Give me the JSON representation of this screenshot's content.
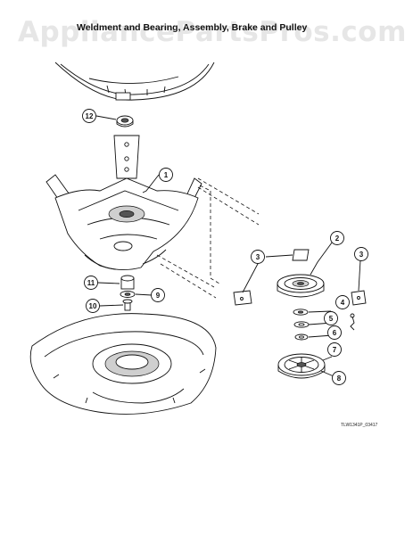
{
  "watermark": "AppliancePartsPros.com",
  "title": "Weldment and Bearing, Assembly, Brake and Pulley",
  "drawing_code": "TLW1341P_03417",
  "callouts": {
    "c1": "1",
    "c2": "2",
    "c3a": "3",
    "c3b": "3",
    "c4": "4",
    "c5": "5",
    "c6": "6",
    "c7": "7",
    "c8": "8",
    "c9": "9",
    "c10": "10",
    "c11": "11",
    "c12": "12"
  }
}
